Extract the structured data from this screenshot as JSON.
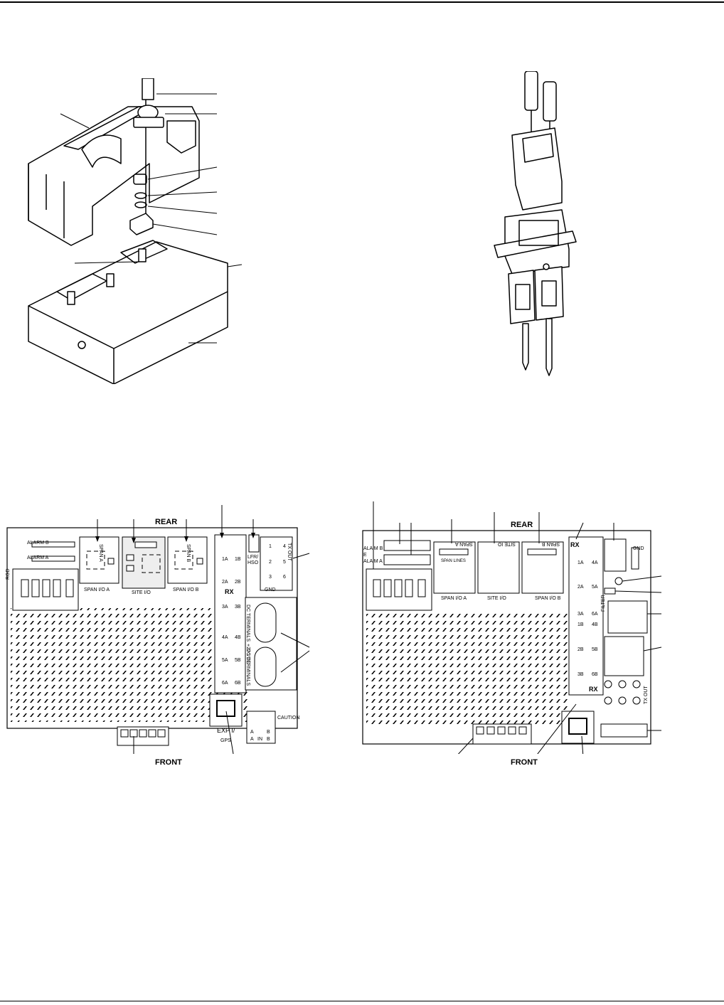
{
  "left_panel": {
    "rear_title": "REAR",
    "front_title": "FRONT",
    "alarm_b": "ALARM B",
    "alarm_a": "ALARM A",
    "rgd": "RGD",
    "span_a_vertical": "SPAN A",
    "span_b_vertical": "SPAN B",
    "span_io_a": "SPAN I/O A",
    "site_io": "SITE I/O",
    "span_io_b": "SPAN I/O B",
    "rx": "RX",
    "rx_ports": [
      "1A",
      "1B",
      "2A",
      "2B",
      "3A",
      "3B",
      "4A",
      "4B",
      "5A",
      "5B",
      "6A",
      "6B"
    ],
    "lfr_hso": "LFR/ HSO",
    "tx_out": "TX OUT",
    "tx_ports": [
      "1",
      "4",
      "2",
      "5",
      "3",
      "6"
    ],
    "gnd": "GND",
    "dc_terminals_1": "DC TERMINALS",
    "dc_terminals_2": "DC TERMINALS",
    "dc_voltage": "+27 VDC",
    "exp": "EXP I/",
    "gps": "GPS",
    "caution": "CAUTION",
    "ab_labels": [
      "A",
      "B",
      "A",
      "B"
    ],
    "in_label": "IN"
  },
  "right_panel": {
    "rear_title": "REAR",
    "front_title": "FRONT",
    "alarm_b": "ALA M B",
    "alarm_a": "ALA M A",
    "e_label": "E",
    "span_a_vertical": "SPAN A",
    "span_b_vertical": "SPAN B",
    "site_vertical": "SITE IO",
    "span_io_a": "SPAN I/O A",
    "site_io": "SITE I/O",
    "span_io_b": "SPAN I/O B",
    "span_lines": "SPAN LINES",
    "rx": "RX",
    "rx_ports": [
      "1A",
      "4A",
      "2A",
      "5A",
      "3A",
      "6A",
      "1B",
      "4B",
      "2B",
      "5B",
      "3B",
      "6B"
    ],
    "gnd": "GND",
    "tx_out": "TX OUT",
    "filter": "FILTER"
  }
}
